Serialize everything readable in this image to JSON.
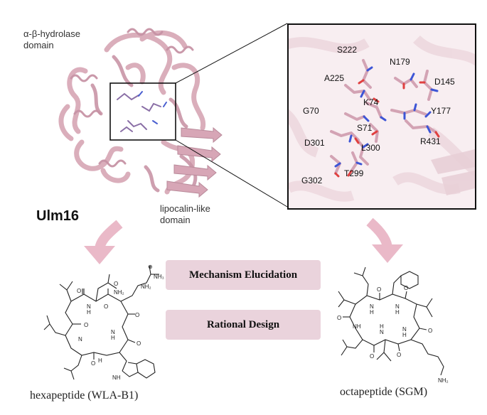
{
  "labels": {
    "alpha_beta_line1": "α-β-hydrolase",
    "alpha_beta_line2": "domain",
    "lipocalin_line1": "lipocalin-like",
    "lipocalin_line2": "domain",
    "protein_name": "Ulm16"
  },
  "residues": [
    {
      "id": "s222",
      "text": "S222"
    },
    {
      "id": "n179",
      "text": "N179"
    },
    {
      "id": "d145",
      "text": "D145"
    },
    {
      "id": "a225",
      "text": "A225"
    },
    {
      "id": "k74",
      "text": "K74"
    },
    {
      "id": "y177",
      "text": "Y177"
    },
    {
      "id": "g70",
      "text": "G70"
    },
    {
      "id": "s71",
      "text": "S71"
    },
    {
      "id": "r431",
      "text": "R431"
    },
    {
      "id": "d301",
      "text": "D301"
    },
    {
      "id": "l300",
      "text": "L300"
    },
    {
      "id": "t299",
      "text": "T299"
    },
    {
      "id": "g302",
      "text": "G302"
    }
  ],
  "center": {
    "mechanism": "Mechanism Elucidation",
    "rational": "Rational Design"
  },
  "captions": {
    "hexa": "hexapeptide (WLA-B1)",
    "octa": "octapeptide (SGM)"
  },
  "atoms": {
    "nh2": "NH₂",
    "nh3": "NH₃",
    "nh": "NH",
    "n": "N",
    "h": "H",
    "o": "O",
    "plus": "⊕"
  },
  "colors": {
    "ribbon": "#d9aab8",
    "ribbon_dark": "#b98a9a",
    "arrow": "#eab9c8",
    "pill": "#ead3dc",
    "zoom_bg": "#f8eef1"
  }
}
